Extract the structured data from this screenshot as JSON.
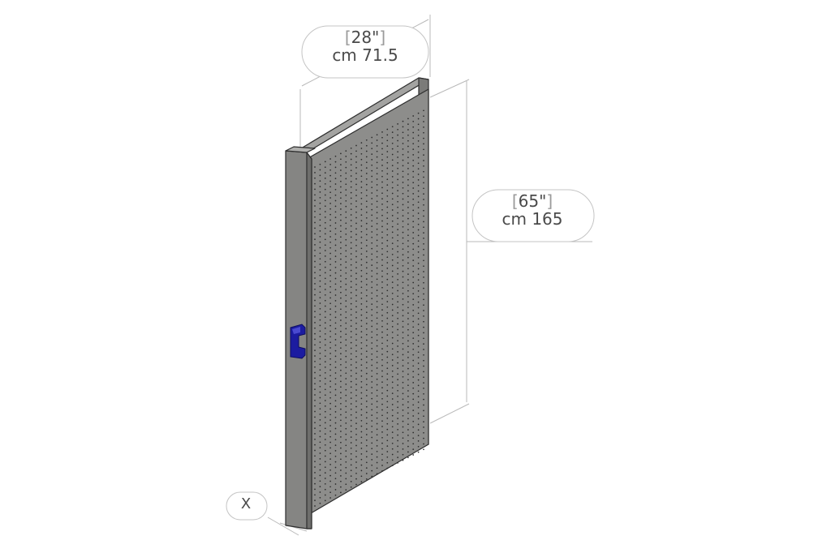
{
  "dimensions": {
    "width": {
      "imperial": "28\"",
      "metric": "cm 71.5"
    },
    "height": {
      "imperial": "65\"",
      "metric": "cm 165"
    },
    "depth": {
      "label": "X"
    }
  },
  "colors": {
    "panel_front": "#8d8d8b",
    "panel_side": "#7b7b79",
    "panel_top": "#a3a3a1",
    "edge": "#2e2e2e",
    "holes": "#2a2a2a",
    "handle": "#1c1ca0",
    "dimension_line": "#b9b9b9",
    "label_text": "#4a4a4a"
  }
}
